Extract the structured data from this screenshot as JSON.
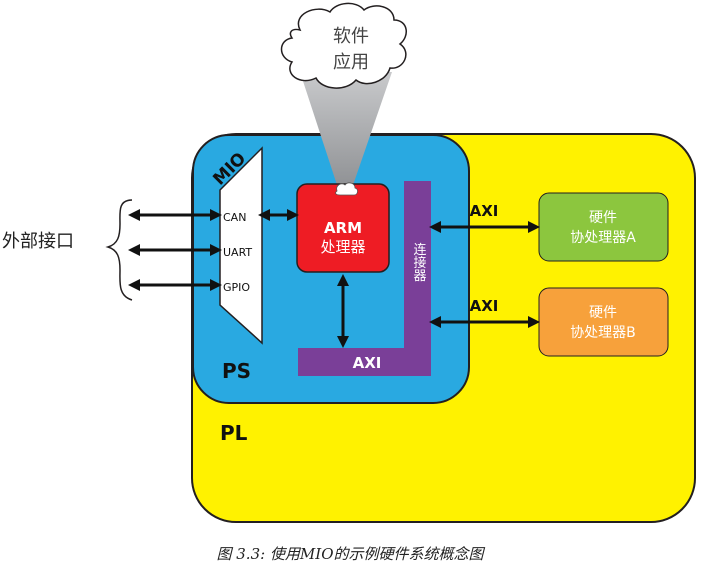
{
  "cloud": {
    "line1": "软件",
    "line2": "应用"
  },
  "external": {
    "label": "外部接口"
  },
  "mio": {
    "title": "MIO",
    "ports": [
      "CAN",
      "UART",
      "GPIO"
    ]
  },
  "arm": {
    "line1": "ARM",
    "line2": "处理器"
  },
  "interconnect": {
    "label": "连接器"
  },
  "ps": {
    "label": "PS"
  },
  "pl": {
    "label": "PL"
  },
  "axi_bus": {
    "label": "AXI"
  },
  "axi_links": [
    "AXI",
    "AXI"
  ],
  "coprocessors": [
    {
      "line1": "硬件",
      "line2": "协处理器A",
      "color": "#8cc63e"
    },
    {
      "line1": "硬件",
      "line2": "协处理器B",
      "color": "#f7a13b"
    }
  ],
  "caption": "图 3.3:  使用MIO的示例硬件系统概念图",
  "colors": {
    "pl": "#fff200",
    "ps": "#29a9e1",
    "arm": "#ee1c24",
    "axi": "#7a3f98",
    "cloud_beam": "#a7a9ac"
  }
}
